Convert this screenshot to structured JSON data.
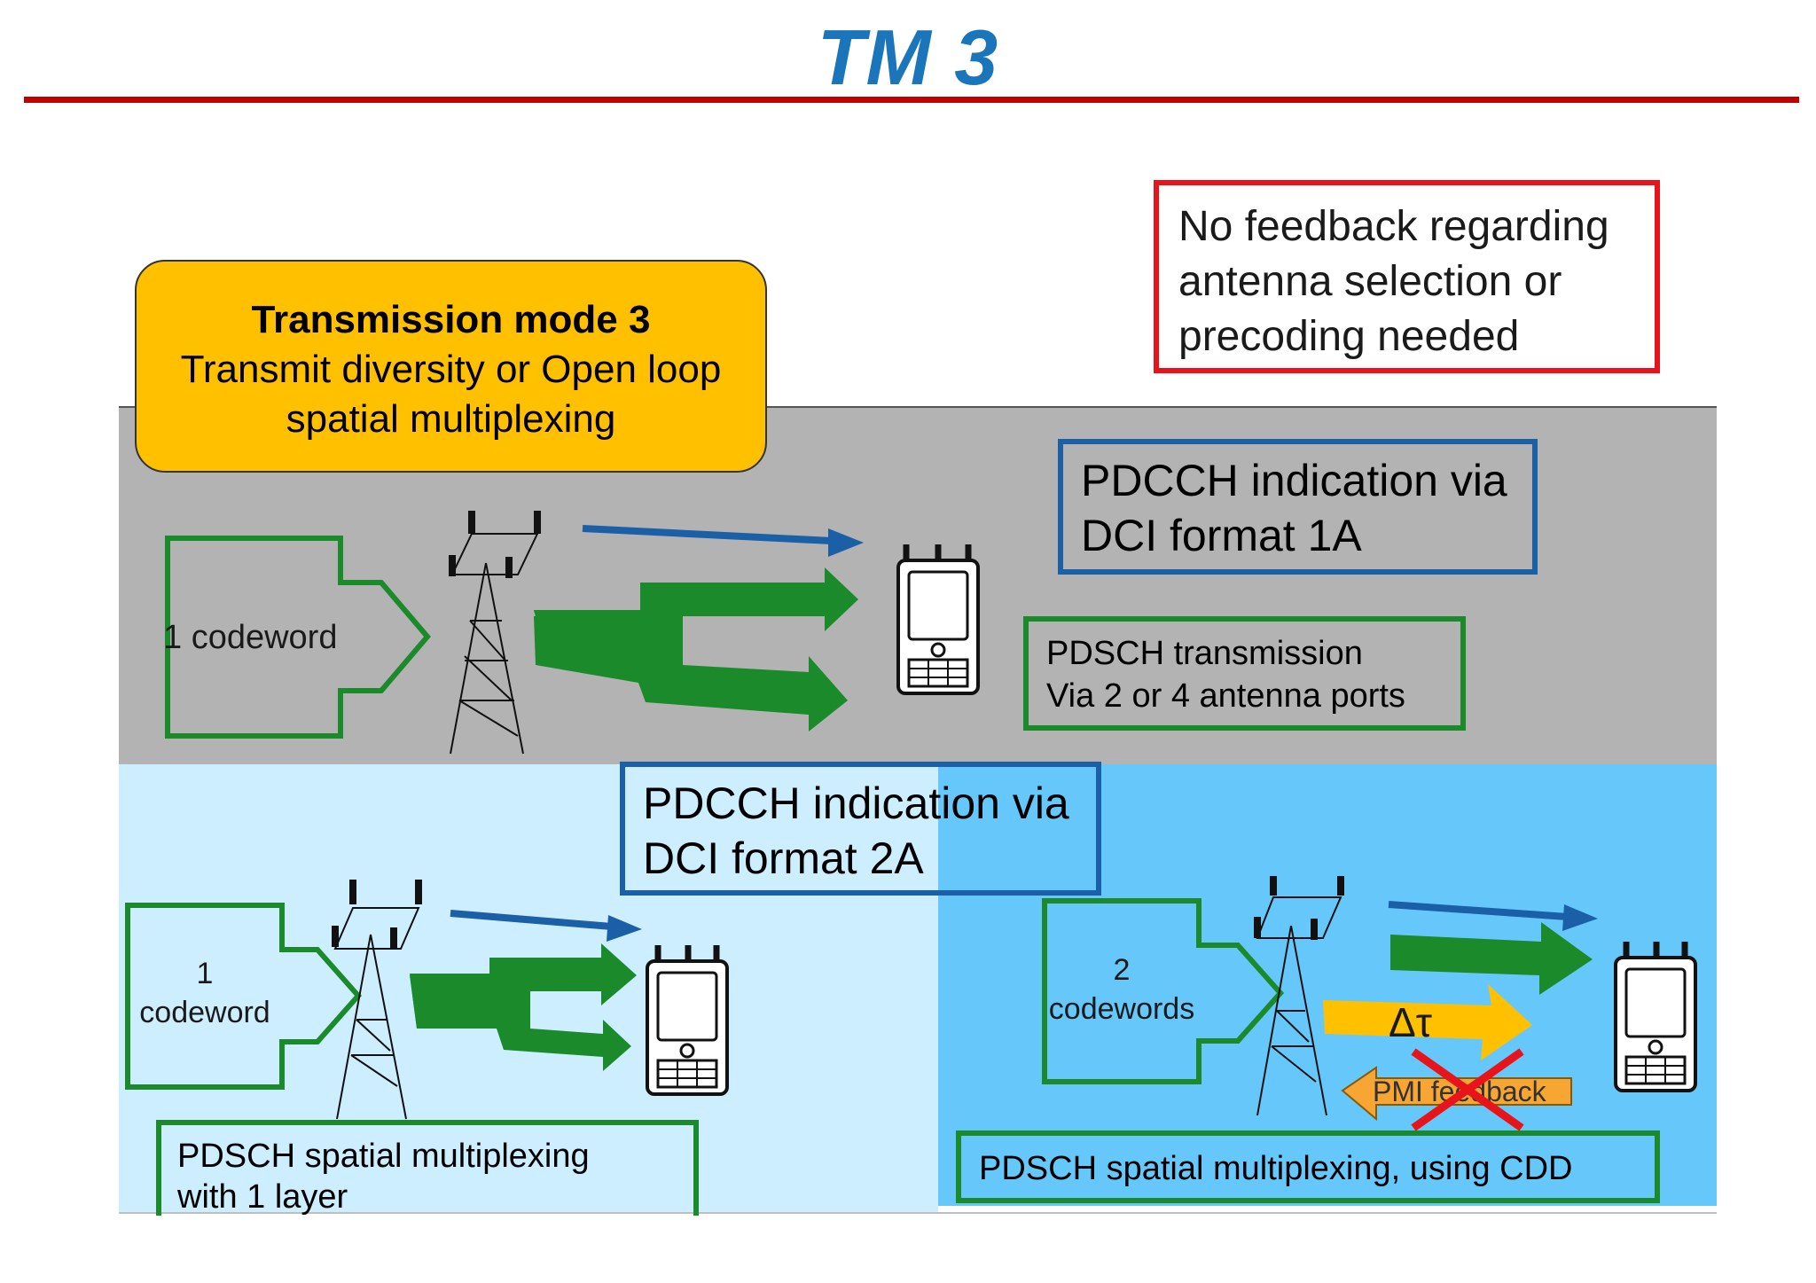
{
  "title": "TM 3",
  "mode_box": {
    "line1": "Transmission mode 3",
    "line2": "Transmit diversity or Open loop",
    "line3": "spatial multiplexing"
  },
  "feedback_note": {
    "line1": "No feedback regarding",
    "line2": "antenna selection or",
    "line3": "precoding needed"
  },
  "top_panel": {
    "codeword_label": "1 codeword",
    "pdcch_line1": "PDCCH indication via",
    "pdcch_line2": "DCI format 1A",
    "pdsch_line1": "PDSCH transmission",
    "pdsch_line2": "Via 2  or 4 antenna ports"
  },
  "bottom_left": {
    "codeword_line1": "1",
    "codeword_line2": "codeword",
    "pdsch_line1": "PDSCH spatial multiplexing",
    "pdsch_line2": "with 1 layer"
  },
  "bottom_shared": {
    "pdcch_line1": "PDCCH indication via",
    "pdcch_line2": "DCI format 2A"
  },
  "bottom_right": {
    "codeword_line1": "2",
    "codeword_line2": "codewords",
    "delay_label": "Δτ",
    "pmi_label": "PMI feedback",
    "pdsch_line1": "PDSCH spatial multiplexing, using CDD"
  },
  "colors": {
    "title_blue": "#1b75bb",
    "rule_red": "#c00000",
    "panel_gray": "#b3b3b3",
    "panel_light_blue": "#cdeeff",
    "panel_blue": "#66c8fa",
    "mode_yellow": "#ffc000",
    "green": "#1a8a2a",
    "arrow_blue": "#1b5fa7",
    "orange": "#f7a533",
    "cross_red": "#e8141c"
  }
}
